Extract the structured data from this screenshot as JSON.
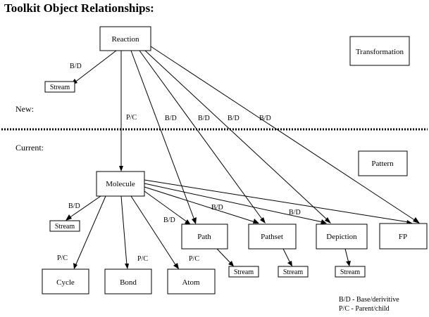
{
  "title": "Toolkit Object Relationships:",
  "sections": {
    "new": "New:",
    "current": "Current:"
  },
  "nodes": {
    "reaction": "Reaction",
    "transformation": "Transformation",
    "stream_reaction": "Stream",
    "pattern": "Pattern",
    "molecule": "Molecule",
    "stream_molecule": "Stream",
    "path": "Path",
    "pathset": "Pathset",
    "depiction": "Depiction",
    "fp": "FP",
    "cycle": "Cycle",
    "bond": "Bond",
    "atom": "Atom",
    "stream_path": "Stream",
    "stream_pathset": "Stream",
    "stream_depiction": "Stream"
  },
  "edge_labels": {
    "reaction_stream": "B/D",
    "reaction_molecule": "P/C",
    "reaction_path": "B/D",
    "reaction_pathset": "B/D",
    "reaction_depiction": "B/D",
    "reaction_fp": "B/D",
    "molecule_stream": "B/D",
    "molecule_path": "B/D",
    "molecule_pathset": "B/D",
    "molecule_depiction": "B/D",
    "molecule_cycle": "P/C",
    "molecule_bond": "P/C",
    "molecule_atom": "P/C"
  },
  "legend": {
    "bd": "B/D - Base/derivitive",
    "pc": "P/C - Parent/child"
  }
}
